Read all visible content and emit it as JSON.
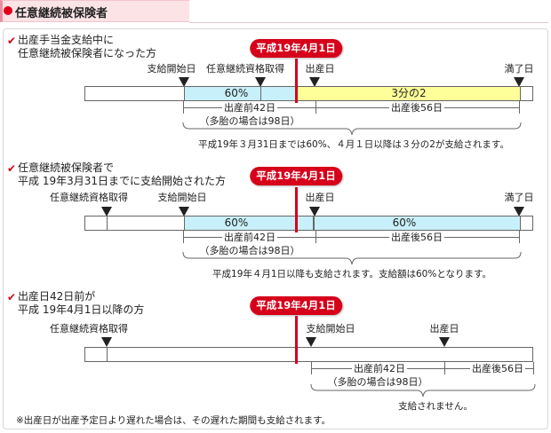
{
  "header": {
    "title": "任意継続被保険者"
  },
  "badge_label": "平成19年4月1日",
  "sections": [
    {
      "title_line1": "出産手当金支給中に",
      "title_line2": "任意継続被保険者になった方",
      "marker_labels": {
        "start": "支給開始日",
        "qualify": "任意継続資格取得",
        "birth": "出産日",
        "end": "満了日"
      },
      "segment_left": "60%",
      "segment_right": "3分の2",
      "dim_before": "出産前42日",
      "dim_before_note": "（多胎の場合は98日）",
      "dim_after": "出産後56日",
      "note": "平成19年３月31日までは60%、４月１日以降は３分の2が支給されます。"
    },
    {
      "title_line1": "任意継続被保険者で",
      "title_line2": "平成 19年3月31日までに支給開始された方",
      "marker_labels": {
        "qualify": "任意継続資格取得",
        "start": "支給開始日",
        "birth": "出産日",
        "end": "満了日"
      },
      "segment_left": "60%",
      "segment_right": "60%",
      "dim_before": "出産前42日",
      "dim_before_note": "（多胎の場合は98日）",
      "dim_after": "出産後56日",
      "note": "平成19年４月1日以降も支給されます。支給額は60%となります。"
    },
    {
      "title_line1": "出産日42日前が",
      "title_line2": "平成 19年4月1日以降の方",
      "marker_labels": {
        "qualify": "任意継続資格取得",
        "start": "支給開始日",
        "birth": "出産日"
      },
      "dim_before": "出産前42日",
      "dim_before_note": "（多胎の場合は98日）",
      "dim_after": "出産後56日",
      "note": "支給されません。"
    }
  ],
  "footnote": "※出産日が出産予定日より遅れた場合は、その遅れた期間も支給されます。",
  "colors": {
    "accent": "#d6001a",
    "header_bg": "#fbe3e6",
    "blue_segment": "#c8f0fa",
    "yellow_segment": "#ffff99"
  },
  "icons": {
    "header": "red-dot-icon",
    "section": "check-mark-icon"
  }
}
